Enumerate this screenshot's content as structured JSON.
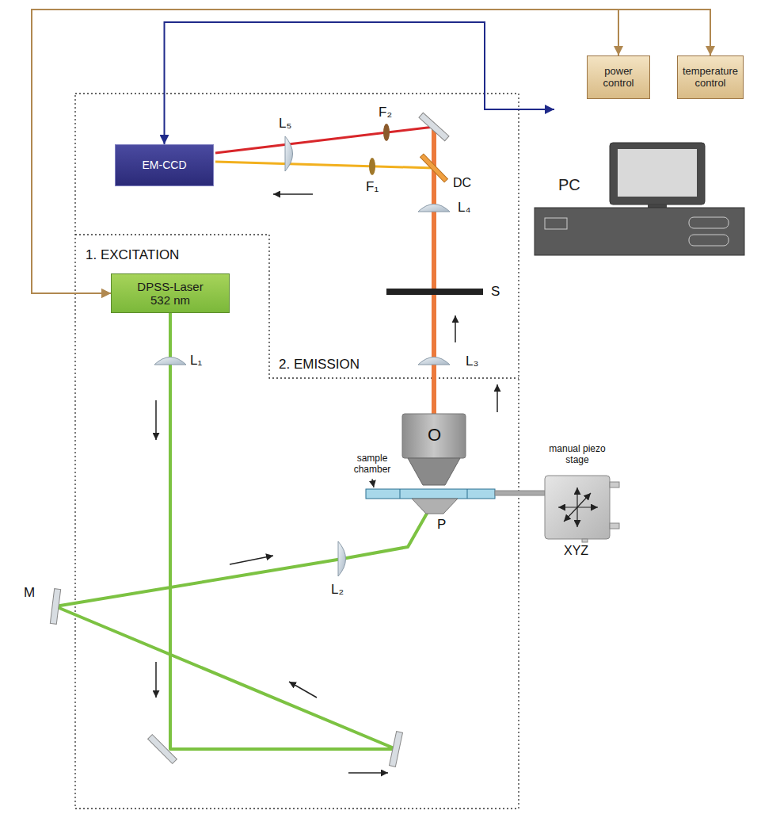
{
  "diagram": {
    "nodes": [
      {
        "text": [
          "power control"
        ]
      },
      {
        "text": [
          "temperature control"
        ]
      },
      {
        "text": [
          "EM-CCD"
        ]
      },
      {
        "text": [
          "PC"
        ]
      },
      {
        "text": [
          "DPSS-Laser 532 nm"
        ]
      }
    ],
    "edges": [
      {
        "from": 2,
        "to": 3,
        "arrow": "both"
      },
      {
        "from": 4,
        "to": 0,
        "arrow": "both"
      },
      {
        "from": 4,
        "to": 1,
        "arrow": "both"
      }
    ],
    "labels": [
      "1. EXCITATION",
      "2. EMISSION",
      "L₁",
      "L₂",
      "L₃",
      "L₄",
      "L₅",
      "F₁",
      "F₂",
      "DC",
      "S",
      "M",
      "O",
      "P",
      "sample chamber",
      "manual piezo stage",
      "XYZ"
    ]
  }
}
